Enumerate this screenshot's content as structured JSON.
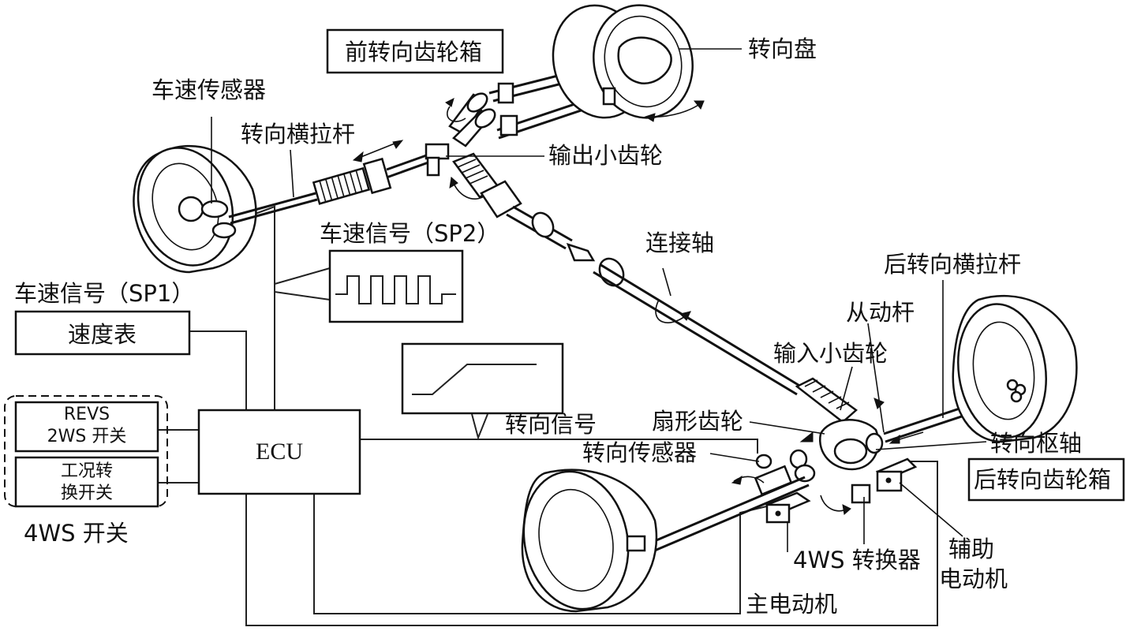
{
  "labels": {
    "front_gearbox": "前转向齿轮箱",
    "steering_wheel": "转向盘",
    "speed_sensor": "车速传感器",
    "tie_rod": "转向横拉杆",
    "output_pinion": "输出小齿轮",
    "speed_signal_sp2": "车速信号（SP2）",
    "connecting_shaft": "连接轴",
    "rear_tie_rod": "后转向横拉杆",
    "speed_signal_sp1": "车速信号（SP1）",
    "speedometer": "速度表",
    "driven_lever": "从动杆",
    "input_pinion": "输入小齿轮",
    "revs_line1": "REVS",
    "revs_line2": "2WS 开关",
    "ecu": "ECU",
    "sector_gear": "扇形齿轮",
    "steering_signal": "转向信号",
    "steering_pivot": "转向枢轴",
    "steering_sensor": "转向传感器",
    "rear_gearbox": "后转向齿轮箱",
    "mode_switch_line1": "工况转",
    "mode_switch_line2": "换开关",
    "four_ws_switch": "4WS 开关",
    "four_ws_converter": "4WS 转换器",
    "aux_motor_line1": "辅助",
    "aux_motor_line2": "电动机",
    "main_motor": "主电动机"
  }
}
